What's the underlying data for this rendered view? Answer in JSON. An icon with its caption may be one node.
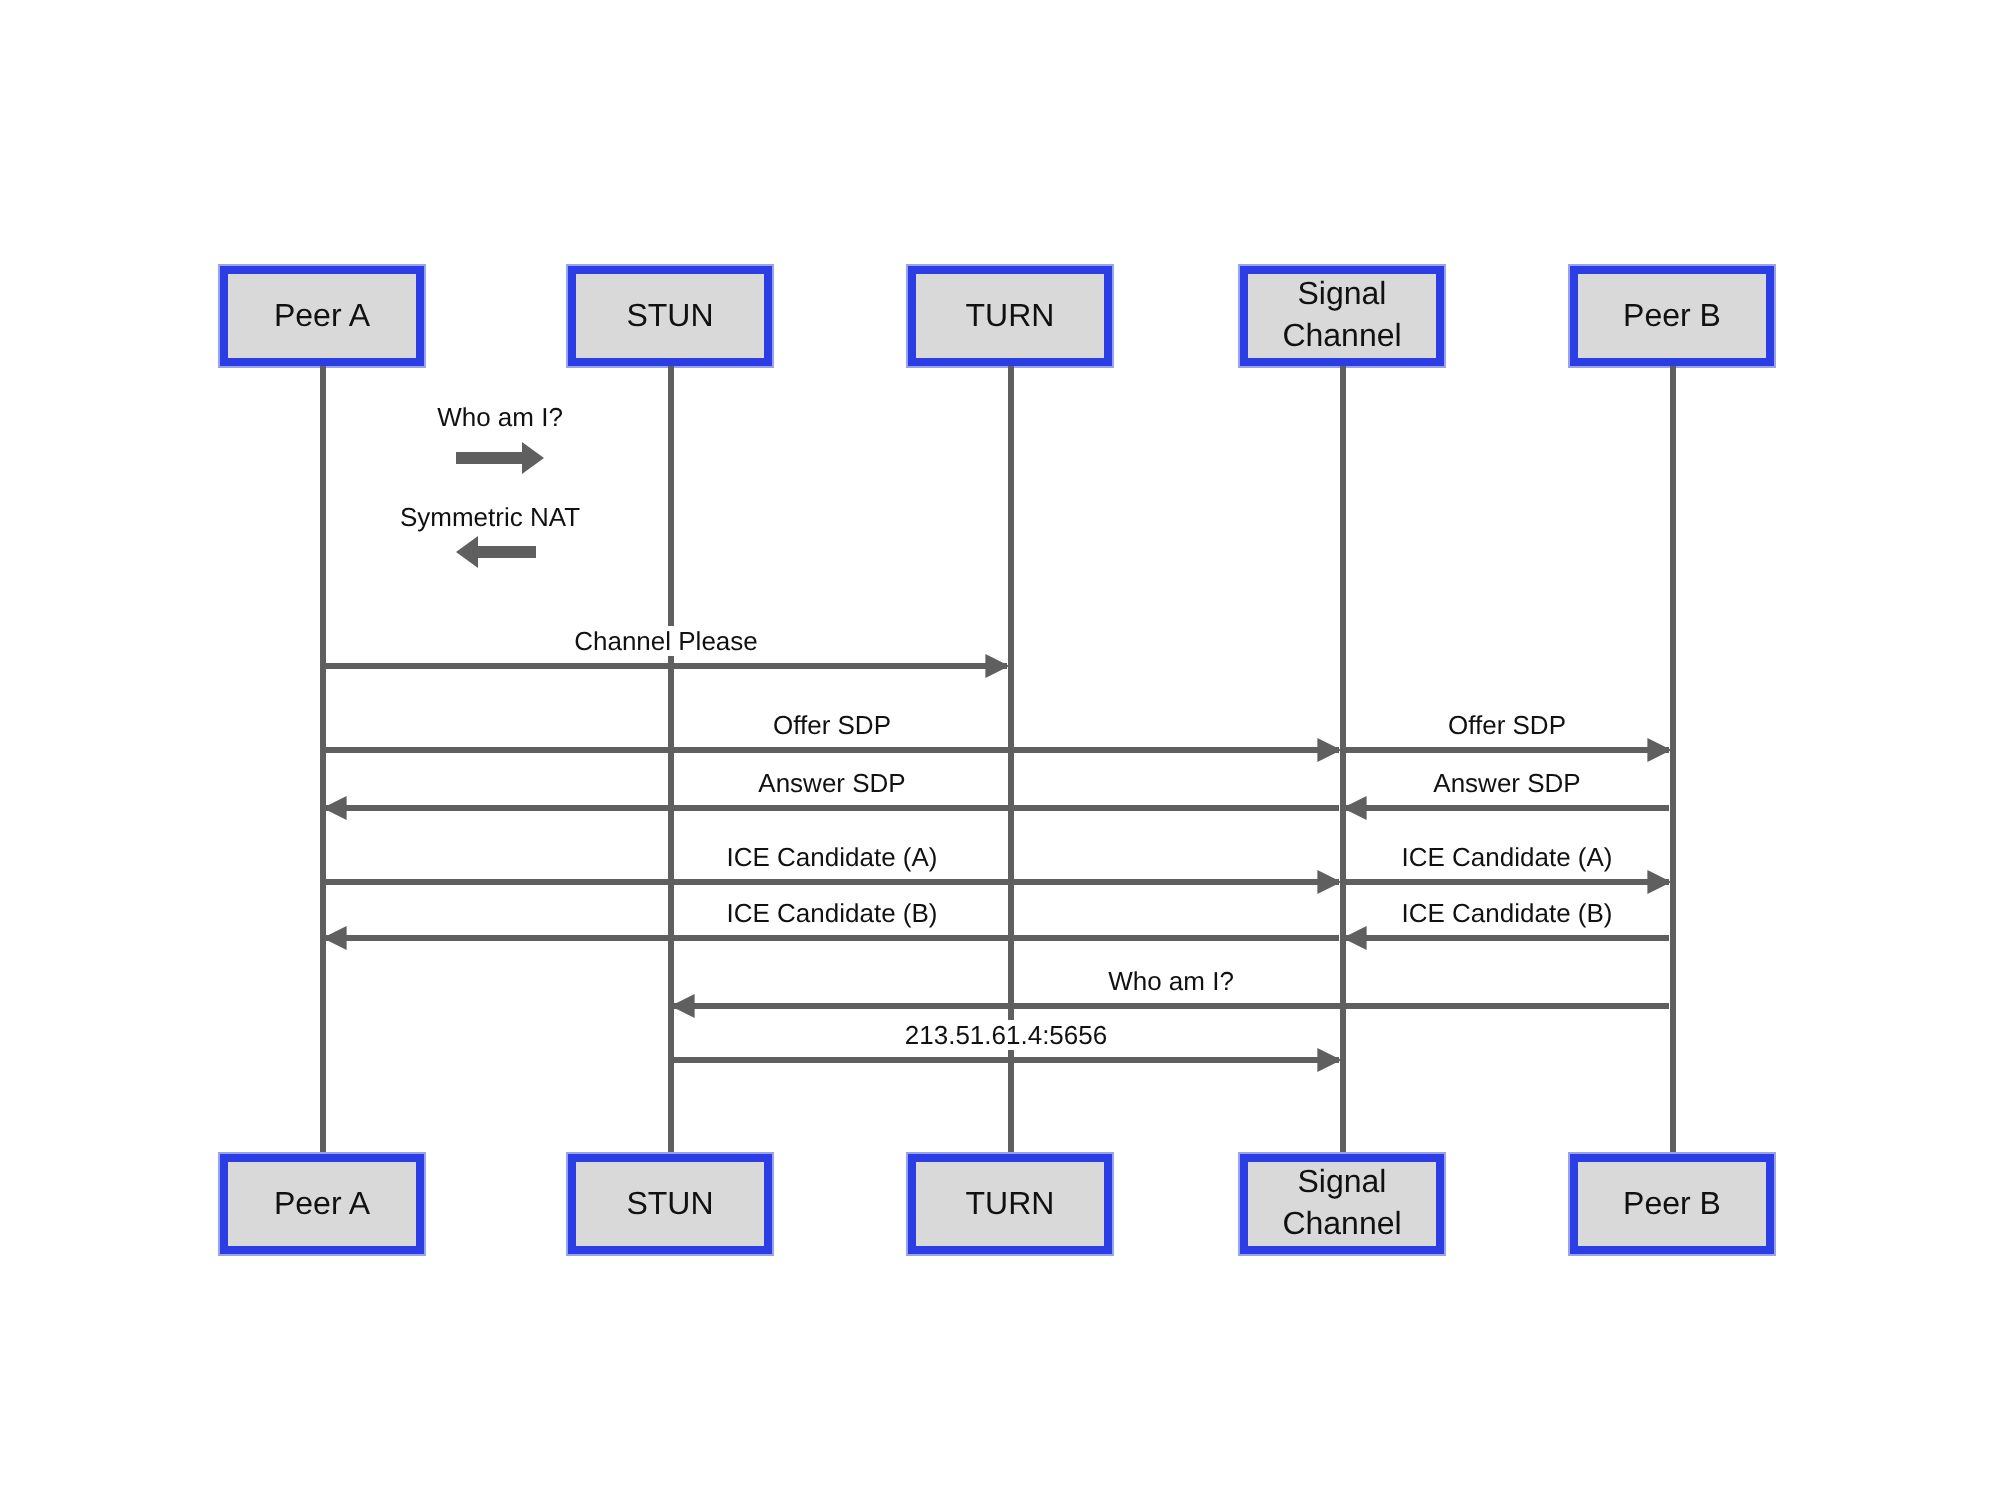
{
  "diagram": {
    "nodes": [
      {
        "text": [
          "Peer A"
        ]
      },
      {
        "text": [
          "STUN"
        ]
      },
      {
        "text": [
          "TURN"
        ]
      },
      {
        "text": [
          "Signal Channel"
        ]
      },
      {
        "text": [
          "Peer B"
        ]
      },
      {
        "text": [],
        "shape": "bar"
      },
      {
        "text": [],
        "shape": "bar"
      },
      {
        "text": [],
        "shape": "bar"
      },
      {
        "text": [],
        "shape": "bar"
      },
      {
        "text": [],
        "shape": "bar"
      },
      {
        "text": [
          "Peer A"
        ]
      },
      {
        "text": [
          "STUN"
        ]
      },
      {
        "text": [
          "TURN"
        ]
      },
      {
        "text": [
          "Signal Channel"
        ]
      },
      {
        "text": [
          "Peer B"
        ]
      }
    ],
    "edges": [
      {
        "from": 5,
        "to": 7,
        "arrow": "to",
        "label": "Channel Please"
      },
      {
        "from": 5,
        "to": 8,
        "arrow": "to",
        "label": "Offer SDP"
      },
      {
        "from": 8,
        "to": 9,
        "arrow": "to",
        "label": "Offer SDP"
      },
      {
        "from": 8,
        "to": 5,
        "arrow": "to",
        "label": "Answer SDP"
      },
      {
        "from": 9,
        "to": 8,
        "arrow": "to",
        "label": "Answer SDP"
      },
      {
        "from": 5,
        "to": 8,
        "arrow": "to",
        "label": "ICE Candidate (A)"
      },
      {
        "from": 8,
        "to": 9,
        "arrow": "to",
        "label": "ICE Candidate (A)"
      },
      {
        "from": 8,
        "to": 5,
        "arrow": "to",
        "label": "ICE Candidate (B)"
      },
      {
        "from": 9,
        "to": 8,
        "arrow": "to",
        "label": "ICE Candidate (B)"
      },
      {
        "from": 9,
        "to": 6,
        "arrow": "to",
        "label": "Who am I?"
      },
      {
        "from": 6,
        "to": 8,
        "arrow": "to",
        "label": "213.51.61.4:5656"
      }
    ],
    "labels": [
      "Who am I?",
      "Symmetric NAT"
    ]
  }
}
